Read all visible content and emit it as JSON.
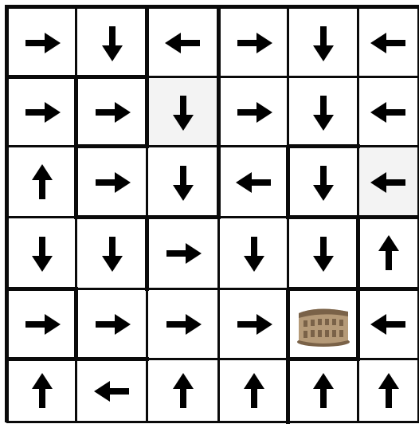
{
  "puzzle": {
    "rows": 6,
    "cols": 6,
    "goal_icon": "colosseum-icon",
    "cells": [
      [
        "right",
        "down",
        "left",
        "right",
        "down",
        "left"
      ],
      [
        "right",
        "right",
        "down",
        "right",
        "down",
        "left"
      ],
      [
        "up",
        "right",
        "down",
        "left",
        "down",
        "left"
      ],
      [
        "down",
        "down",
        "right",
        "down",
        "down",
        "up"
      ],
      [
        "right",
        "right",
        "right",
        "right",
        "goal",
        "left"
      ],
      [
        "up",
        "left",
        "up",
        "up",
        "up",
        "up"
      ]
    ]
  },
  "colors": {
    "arrow": "#000000",
    "grid": "#0a0a0a",
    "cell_bg": "#ffffff",
    "cell_shaded": "#f3f3f3",
    "colosseum_stone": "#b59a78",
    "colosseum_shadow": "#7a6248"
  }
}
